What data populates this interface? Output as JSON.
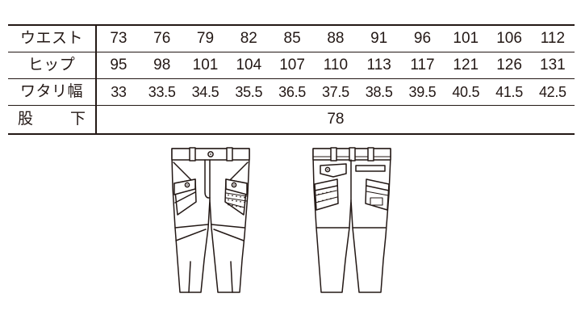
{
  "table": {
    "rows": [
      {
        "label": "ウエスト",
        "label_name": "waist",
        "values": [
          "73",
          "76",
          "79",
          "82",
          "85",
          "88",
          "91",
          "96",
          "101",
          "106",
          "112"
        ]
      },
      {
        "label": "ヒップ",
        "label_name": "hip",
        "values": [
          "95",
          "98",
          "101",
          "104",
          "107",
          "110",
          "113",
          "117",
          "121",
          "126",
          "131"
        ]
      },
      {
        "label": "ワタリ幅",
        "label_name": "thigh-width",
        "values": [
          "33",
          "33.5",
          "34.5",
          "35.5",
          "36.5",
          "37.5",
          "38.5",
          "39.5",
          "40.5",
          "41.5",
          "42.5"
        ]
      },
      {
        "label": "股　　下",
        "label_name": "inseam",
        "label_a": "股",
        "label_b": "下",
        "values": [
          "78"
        ],
        "spans_all_columns": true
      }
    ]
  },
  "illustrations": {
    "front": {
      "name": "pants-front-view",
      "caption": "",
      "details": [
        "waistband",
        "belt-loops",
        "front-button",
        "zip-fly",
        "cargo-pocket-left",
        "cargo-pocket-right",
        "pocket-flap-button",
        "stitch-stripes",
        "knee-seam"
      ]
    },
    "back": {
      "name": "pants-back-view",
      "caption": "",
      "details": [
        "waistband",
        "belt-loops",
        "back-pocket-flap",
        "back-welt-pocket",
        "side-cargo-pocket-left",
        "side-cargo-pocket-right",
        "stitch-stripes",
        "knee-seam"
      ]
    }
  },
  "colors": {
    "ink": "#231815",
    "background": "#ffffff"
  }
}
